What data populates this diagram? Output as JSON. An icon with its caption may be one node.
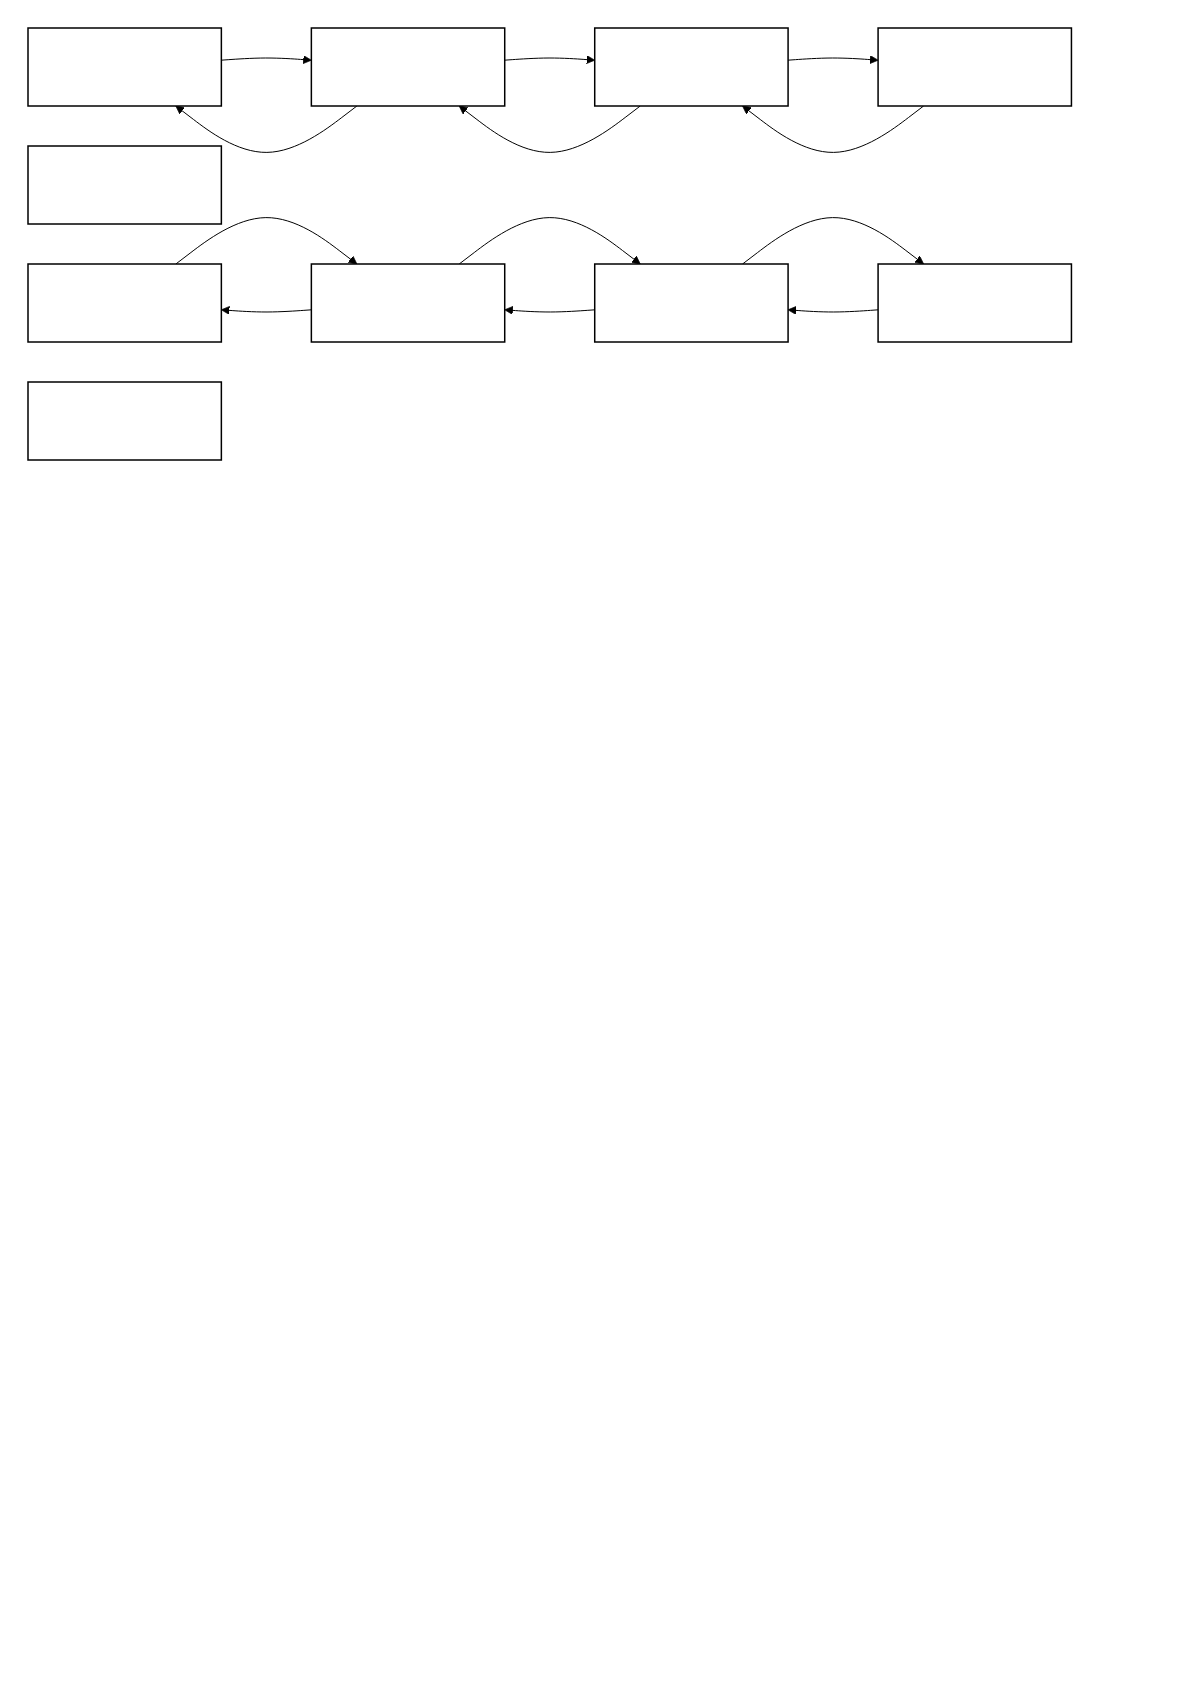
{
  "diagram": {
    "nodes": [
      {
        "text": [],
        "shape": "box"
      },
      {
        "text": [],
        "shape": "box"
      },
      {
        "text": [],
        "shape": "box"
      },
      {
        "text": [],
        "shape": "box"
      },
      {
        "text": [],
        "shape": "box"
      },
      {
        "text": [],
        "shape": "box"
      },
      {
        "text": [],
        "shape": "box"
      },
      {
        "text": [],
        "shape": "box"
      },
      {
        "text": [],
        "shape": "box"
      },
      {
        "text": [],
        "shape": "box"
      }
    ],
    "edges": [
      {
        "from": 0,
        "to": 1,
        "arrow": "to"
      },
      {
        "from": 1,
        "to": 0,
        "arrow": "to"
      },
      {
        "from": 1,
        "to": 2,
        "arrow": "to"
      },
      {
        "from": 2,
        "to": 1,
        "arrow": "to"
      },
      {
        "from": 2,
        "to": 3,
        "arrow": "to"
      },
      {
        "from": 3,
        "to": 2,
        "arrow": "to"
      },
      {
        "from": 5,
        "to": 6,
        "arrow": "to"
      },
      {
        "from": 6,
        "to": 5,
        "arrow": "to"
      },
      {
        "from": 6,
        "to": 7,
        "arrow": "to"
      },
      {
        "from": 7,
        "to": 6,
        "arrow": "to"
      },
      {
        "from": 7,
        "to": 8,
        "arrow": "to"
      },
      {
        "from": 8,
        "to": 7,
        "arrow": "to"
      }
    ]
  }
}
